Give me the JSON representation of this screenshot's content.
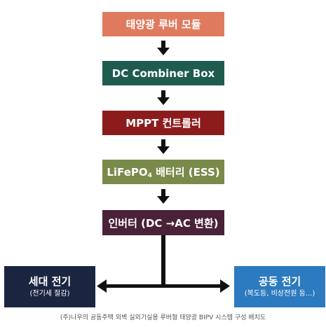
{
  "colors": {
    "solar": "#e07a5f",
    "combiner": "#1f5b4f",
    "mppt": "#8c1c1c",
    "battery": "#7a8a4a",
    "inverter": "#4a2238",
    "household": "#1a2540",
    "common": "#2c7abf",
    "arrow": "#111111"
  },
  "nodes": {
    "solar_module": "태양광 루버 모듈",
    "combiner_box": "DC Combiner Box",
    "mppt": "MPPT 컨트롤러",
    "battery": {
      "prefix": "LiFePO",
      "subscript": "4",
      "suffix": " 배터리 (ESS)"
    },
    "inverter": "인버터 (DC →AC 변환)",
    "household": {
      "title": "세대 전기",
      "subtitle": "(전기세 절감)"
    },
    "common": {
      "title": "공동 전기",
      "subtitle": "(복도등, 비상전원 등...)"
    }
  },
  "caption": "(주)나우의 공동주택 외벽 실외기실용 루버형 태양광 BIPV 시스템 구성 배치도"
}
